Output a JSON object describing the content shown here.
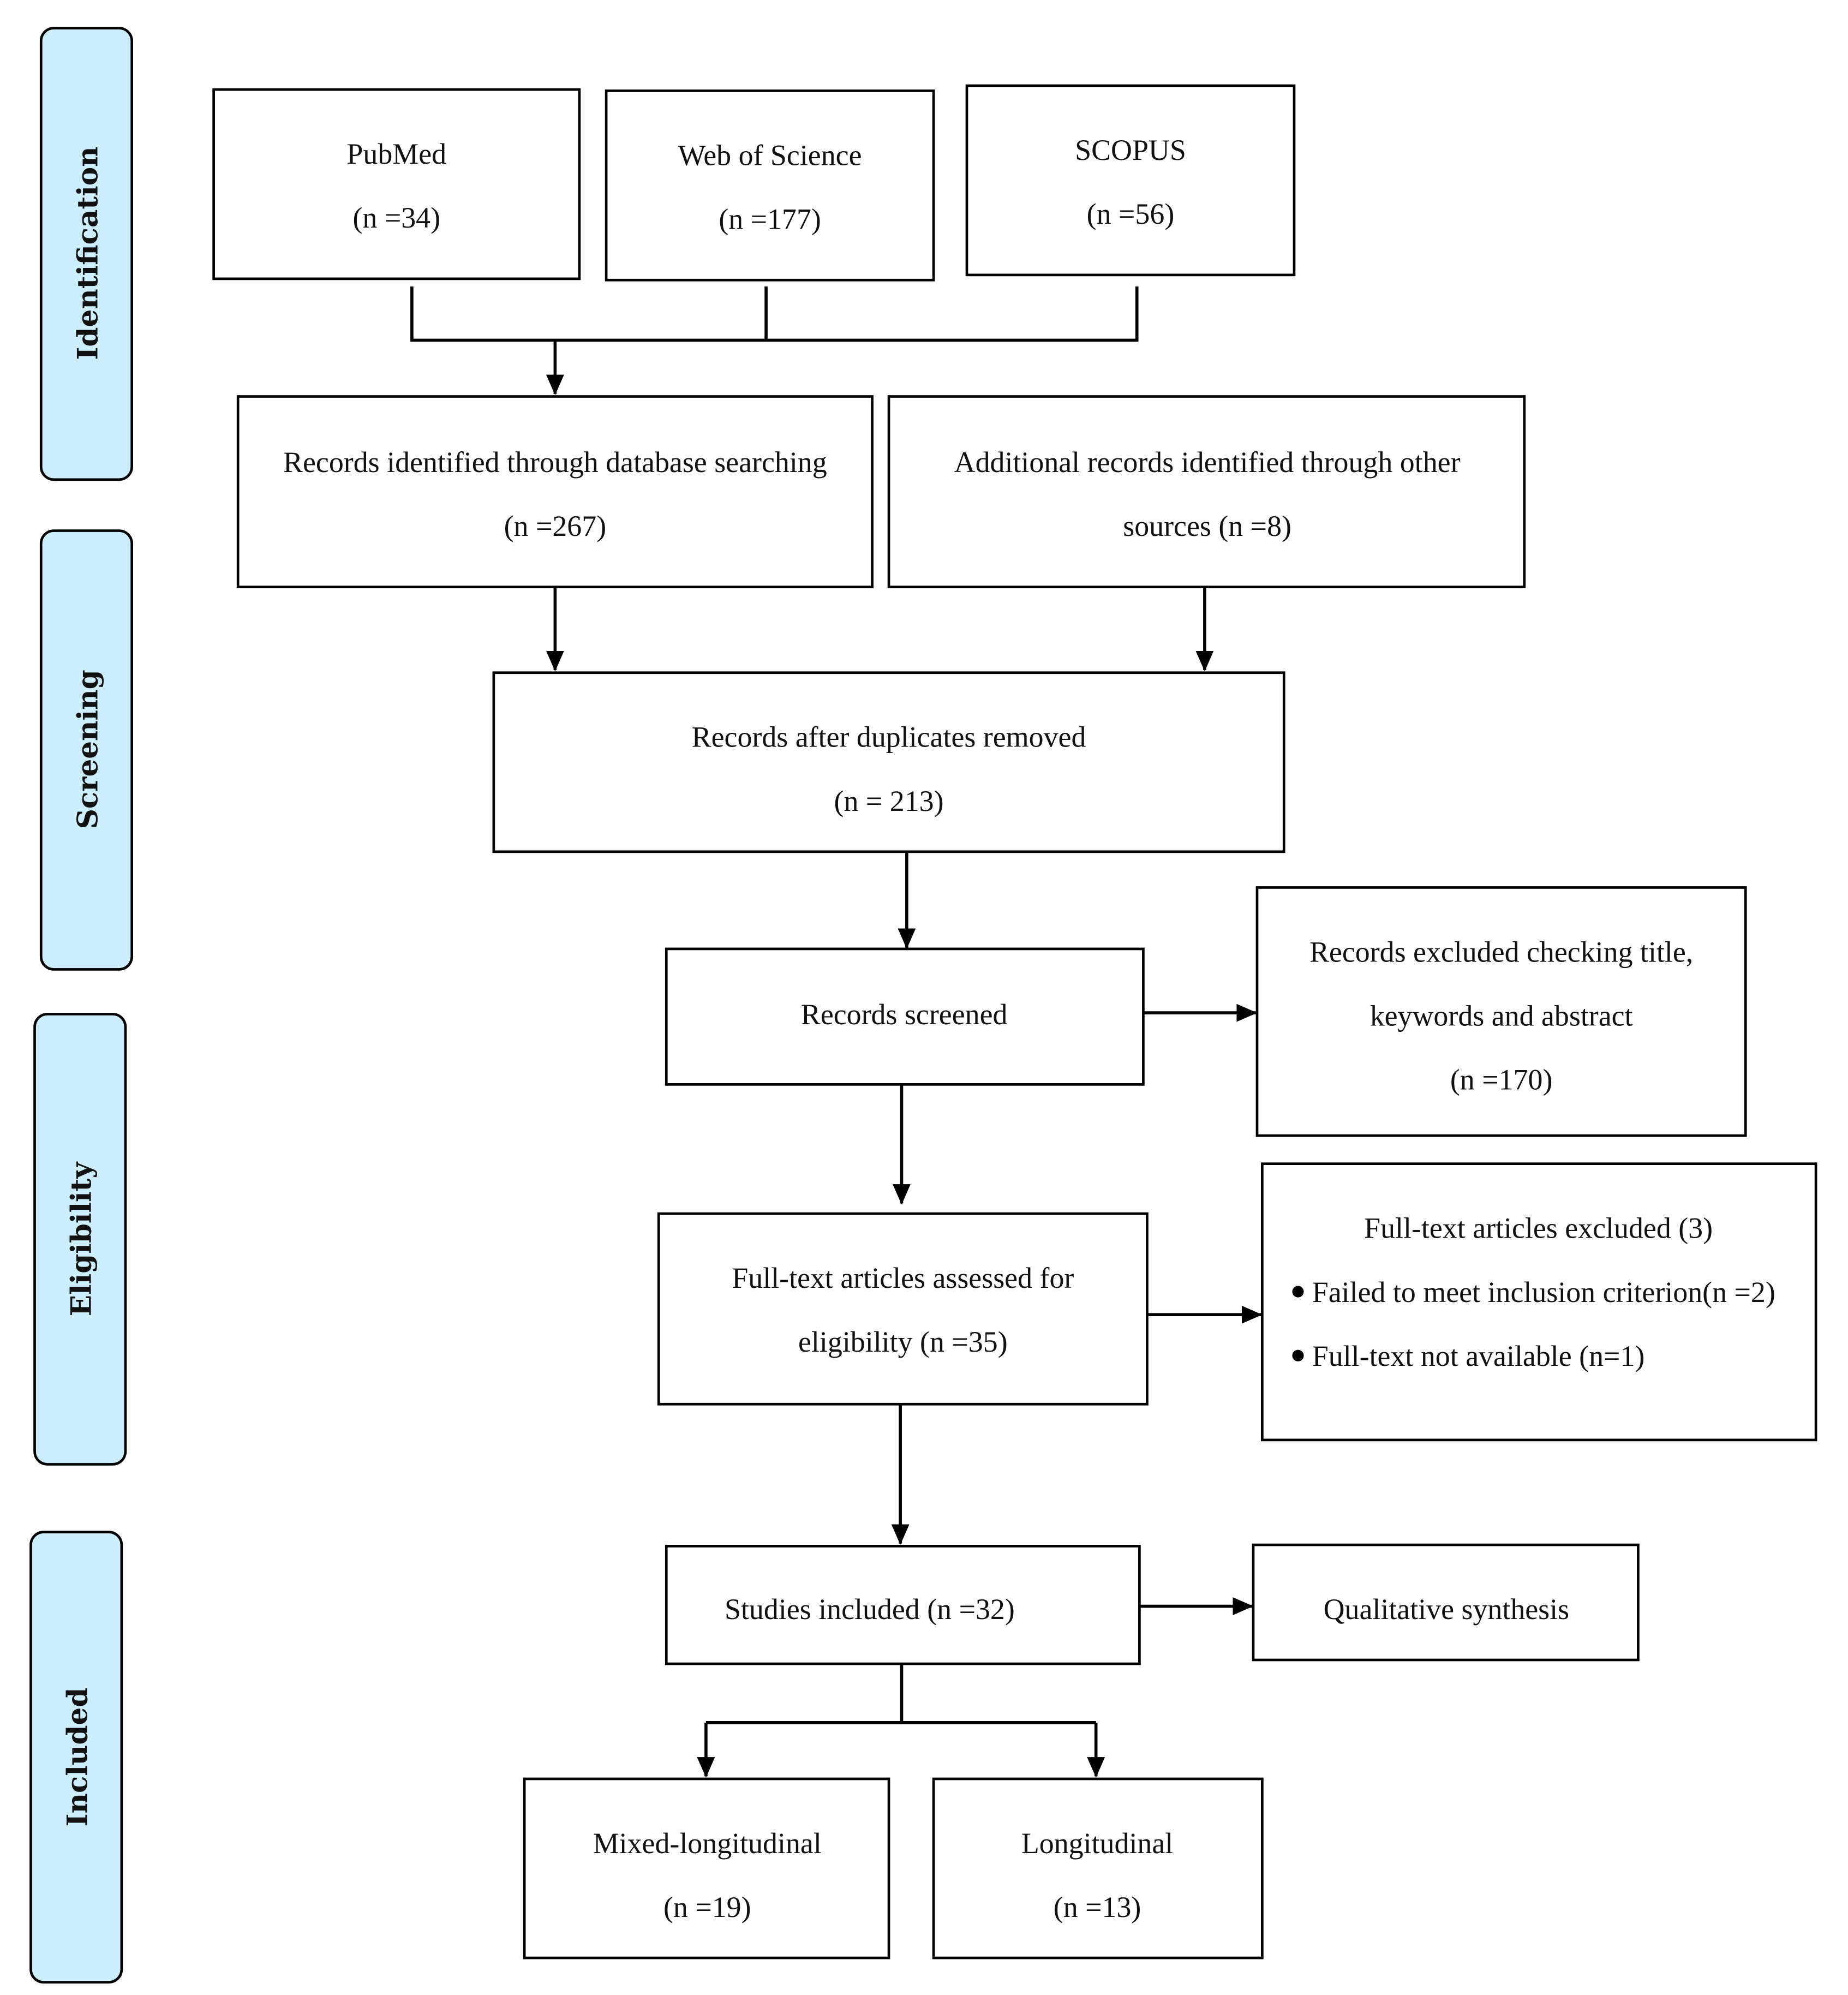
{
  "stages": [
    "Identification",
    "Screening",
    "Eligibility",
    "Included"
  ],
  "stage_color": "#cdeefe",
  "boxes": {
    "pubmed": [
      "PubMed",
      "(n =34)"
    ],
    "wos": [
      "Web of Science",
      "(n =177)"
    ],
    "scopus": [
      "SCOPUS",
      "(n =56)"
    ],
    "db_records": [
      "Records identified through database searching",
      "(n =267)"
    ],
    "other_records": [
      "Additional records identified through other",
      "sources (n =8)"
    ],
    "dedup": [
      "Records after duplicates removed",
      "(n = 213)"
    ],
    "screened": [
      "Records screened"
    ],
    "excluded_screen": [
      "Records excluded checking title,",
      "keywords and abstract",
      "(n =170)"
    ],
    "fulltext": [
      "Full-text articles assessed for",
      "eligibility (n =35)"
    ],
    "excluded_full": [
      "Full-text articles excluded (3)",
      "Failed to meet inclusion criterion(n =2)",
      "Full-text not available (n=1)"
    ],
    "included": [
      "Studies included (n =32)"
    ],
    "qualitative": [
      "Qualitative synthesis"
    ],
    "mixed": [
      "Mixed-longitudinal",
      "(n =19)"
    ],
    "longitudinal": [
      "Longitudinal",
      "(n =13)"
    ]
  }
}
